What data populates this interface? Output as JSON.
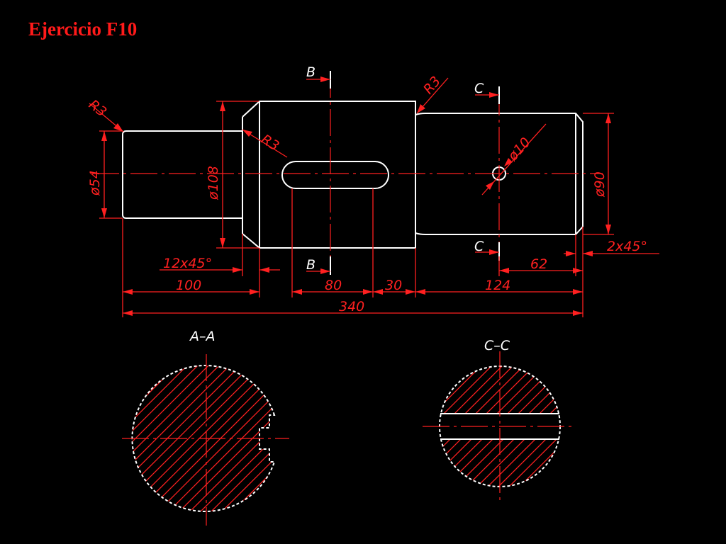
{
  "title": "Ejercicio F10",
  "dimensions": {
    "r3_left": "R3",
    "r3_mid": "R3",
    "r3_top": "R3",
    "dia_54": "ø54",
    "dia_108": "ø108",
    "dia_10": "ø10",
    "dia_90": "ø90",
    "chamfer_left": "12x45°",
    "chamfer_right": "2x45°",
    "len_100": "100",
    "len_80": "80",
    "len_30": "30",
    "len_124": "124",
    "len_62": "62",
    "len_340": "340"
  },
  "section_marks": {
    "b_top": "B",
    "b_bottom": "B",
    "c_top": "C",
    "c_bottom": "C"
  },
  "section_views": {
    "a_a": "A–A",
    "c_c": "C–C"
  },
  "colors": {
    "background": "#000000",
    "geometry": "#ffffff",
    "annotation": "#ff2020",
    "title": "#ff1a1a"
  }
}
